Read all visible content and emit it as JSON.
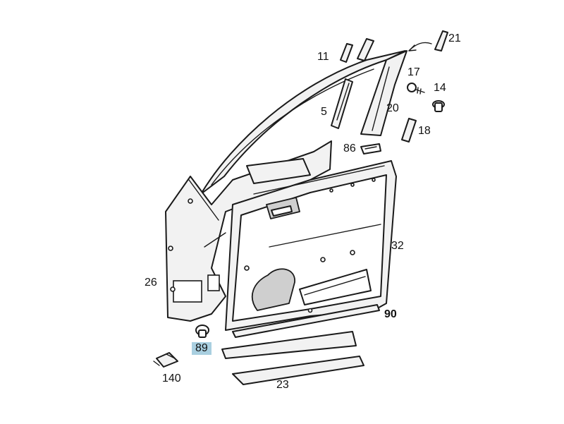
{
  "callouts": [
    {
      "id": "11",
      "label": "11"
    },
    {
      "id": "21",
      "label": "21"
    },
    {
      "id": "17",
      "label": "17"
    },
    {
      "id": "14",
      "label": "14"
    },
    {
      "id": "5",
      "label": "5"
    },
    {
      "id": "20",
      "label": "20"
    },
    {
      "id": "18",
      "label": "18"
    },
    {
      "id": "86",
      "label": "86"
    },
    {
      "id": "32",
      "label": "32"
    },
    {
      "id": "26",
      "label": "26"
    },
    {
      "id": "90",
      "label": "90"
    },
    {
      "id": "89",
      "label": "89"
    },
    {
      "id": "140",
      "label": "140"
    },
    {
      "id": "23",
      "label": "23"
    }
  ],
  "highlight": {
    "part": "89",
    "color": "#a9cfe0"
  }
}
